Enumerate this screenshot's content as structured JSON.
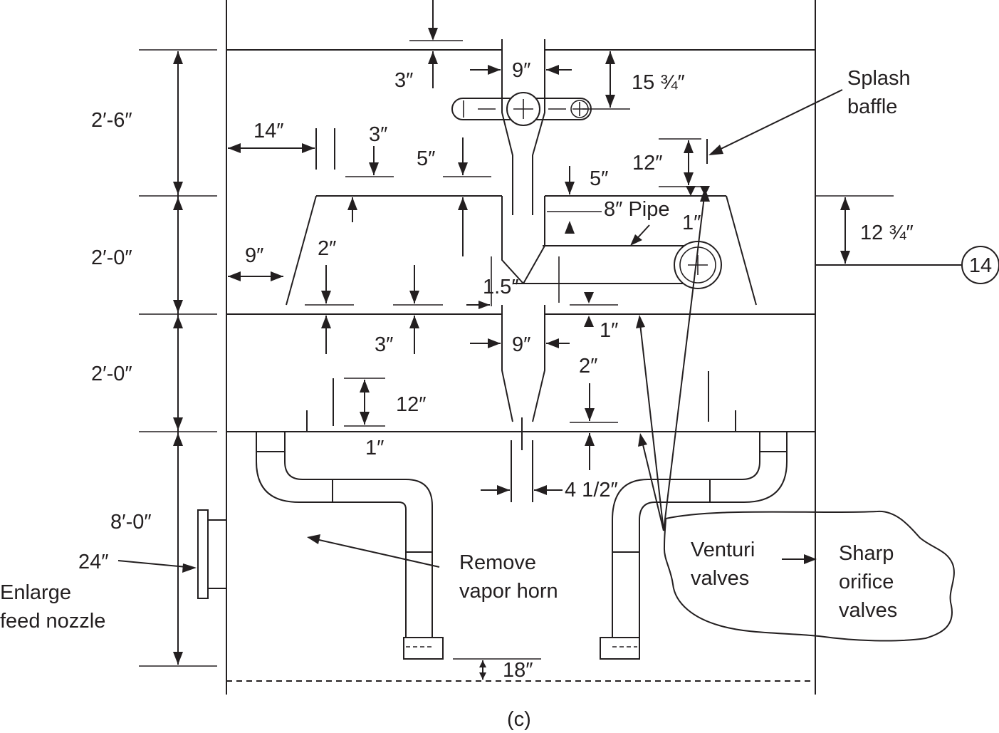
{
  "figure_label": "(c)",
  "tray_spacings": {
    "top": "2′-6″",
    "upper": "2′-0″",
    "lower": "2′-0″",
    "bottom": "8′-0″"
  },
  "dimensions": {
    "top_clearance": "3″",
    "downcomer_top_width": "9″",
    "distributor_elevation": "15 ¾″",
    "side_clearance_14": "14″",
    "weir_3_top": "3″",
    "weir_5_left": "5″",
    "baffle_height": "12″",
    "weir_5_right": "5″",
    "one_inch_top": "1″",
    "side_clearance_9": "9″",
    "gap_2_left": "2″",
    "clearance_1_5": "1.5″",
    "return_elevation": "12 ¾″",
    "gap_3_mid": "3″",
    "downcomer_mid_width": "9″",
    "one_inch_mid": "1″",
    "gap_2_right": "2″",
    "weir_12_lower": "12″",
    "one_inch_lower": "1″",
    "slot_width": "4 1/2″",
    "nozzle_size": "24″",
    "sump_clearance": "18″"
  },
  "labels": {
    "splash_baffle": [
      "Splash",
      "baffle"
    ],
    "pipe": "8″ Pipe",
    "callout_number": "14",
    "enlarge_nozzle": [
      "Enlarge",
      "feed nozzle"
    ],
    "remove_horn": [
      "Remove",
      "vapor horn"
    ],
    "venturi": [
      "Venturi",
      "valves"
    ],
    "sharp_orifice": [
      "Sharp",
      "orifice",
      "valves"
    ]
  }
}
